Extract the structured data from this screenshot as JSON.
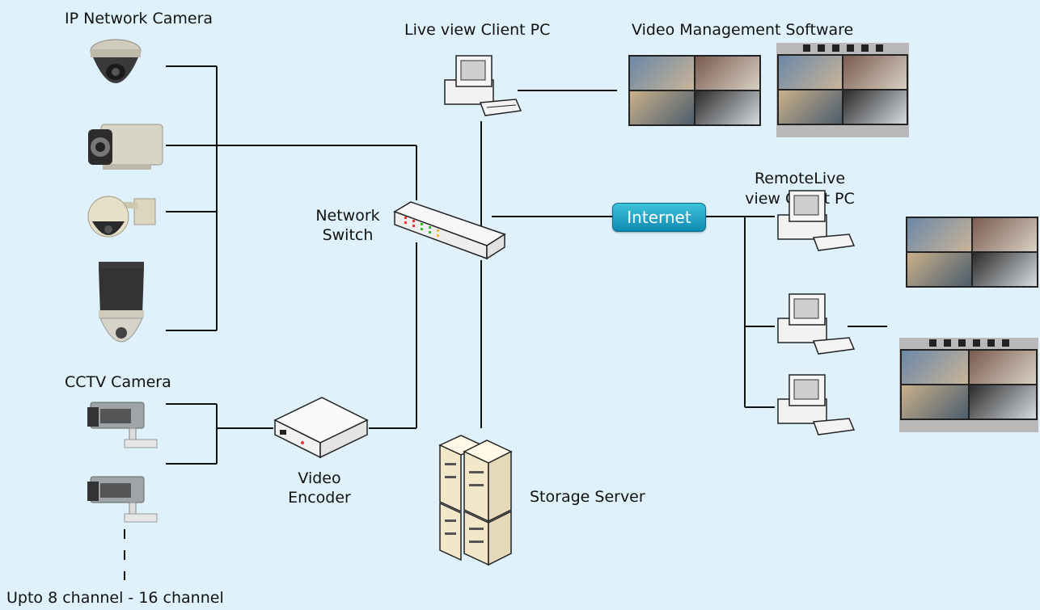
{
  "labels": {
    "ip_camera": "IP Network Camera",
    "live_view": "Live view Client PC",
    "vms": "Video Management Software",
    "remote_line1": "RemoteLive",
    "remote_line2": "view Client PC",
    "switch_line1": "Network",
    "switch_line2": "Switch",
    "internet": "Internet",
    "cctv": "CCTV Camera",
    "encoder_line1": "Video",
    "encoder_line2": "Encoder",
    "storage": "Storage Server",
    "channels": "Upto 8 channel - 16 channel"
  },
  "colors": {
    "background": "#dff1fa",
    "wire": "#111111",
    "internet_button": "#1aa3c8"
  },
  "icons": [
    "dome-camera-icon",
    "box-camera-icon",
    "ptz-camera-icon",
    "speed-dome-camera-icon",
    "cctv-camera-icon",
    "network-switch-icon",
    "video-encoder-icon",
    "storage-server-icon",
    "desktop-pc-icon",
    "video-mosaic-icon"
  ]
}
